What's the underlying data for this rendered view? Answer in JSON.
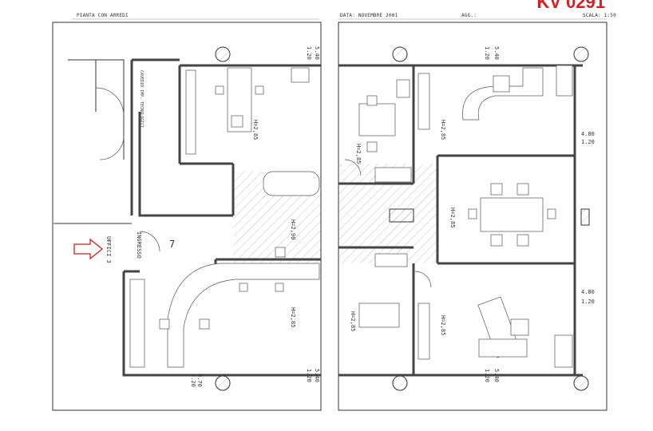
{
  "reference_code": "KV 0291",
  "header": {
    "title": "PIANTA CON ARREDI",
    "date": "DATA: NOVEMBRE 2001",
    "update": "AGG.:",
    "scale": "SCALA: 1:50"
  },
  "labels": {
    "entrance_note": "UFFICI 3",
    "entrance": "INGRESSO",
    "shaft": "CAVEDIO IMP. TECNOLOGICI",
    "room_number": "7",
    "height_285": "H=2,85",
    "height_290": "H=2,90",
    "dim_540": "5.40",
    "dim_120": "1.20",
    "dim_480": "4.80",
    "dim_220": "2.20",
    "dim_070": "0.70"
  },
  "colors": {
    "accent": "#d42020"
  }
}
